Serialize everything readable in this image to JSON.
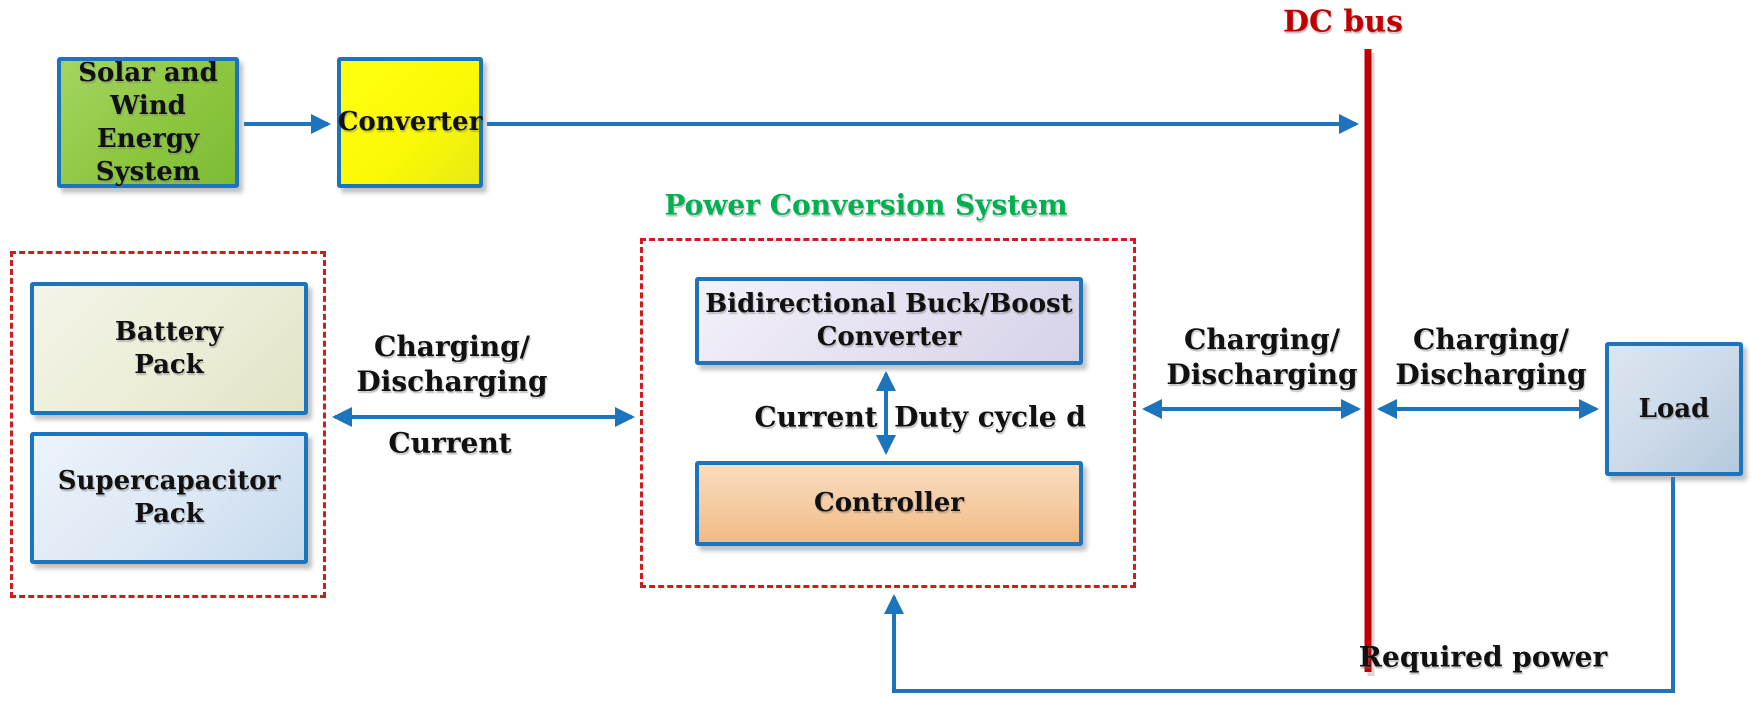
{
  "diagram": {
    "nodes": {
      "solar": "Solar and\nWind Energy\nSystem",
      "converter": "Converter",
      "bidirectional": "Bidirectional Buck/Boost\nConverter",
      "controller": "Controller",
      "battery": "Battery\nPack",
      "supercapacitor": "Supercapacitor\nPack",
      "load": "Load"
    },
    "bus": {
      "label": "DC bus"
    },
    "groups": {
      "pcs_title": "Power Conversion System"
    },
    "edge_labels": {
      "left_charging": "Charging/\nDischarging",
      "left_current": "Current",
      "mid_charging": "Charging/\nDischarging",
      "right_charging": "Charging/\nDischarging",
      "converter_current": "Current",
      "duty_cycle": "Duty cycle d",
      "required_power": "Required power"
    },
    "colors": {
      "arrow_blue": "#1C74BC",
      "bus_red": "#C00000",
      "dashed_red": "#CE1D1D",
      "pcs_title_green": "#00B050",
      "solar_fill": "#8DC63F",
      "converter_fill": "#FAFA05",
      "bidirectional_fill": "#E4E0F0",
      "controller_fill": "#F5CBA0",
      "battery_fill": "#EBEDD7",
      "supercapacitor_fill": "#DCE8F4",
      "load_fill": "#CBD9E8"
    }
  }
}
